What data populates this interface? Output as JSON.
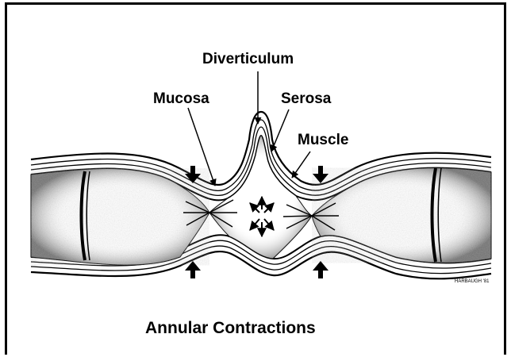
{
  "labels": {
    "diverticulum": "Diverticulum",
    "mucosa": "Mucosa",
    "serosa": "Serosa",
    "muscle": "Muscle"
  },
  "caption": "Annular Contractions",
  "signature": "HARBAUGH '81",
  "colors": {
    "ink": "#000000",
    "paper": "#ffffff"
  }
}
